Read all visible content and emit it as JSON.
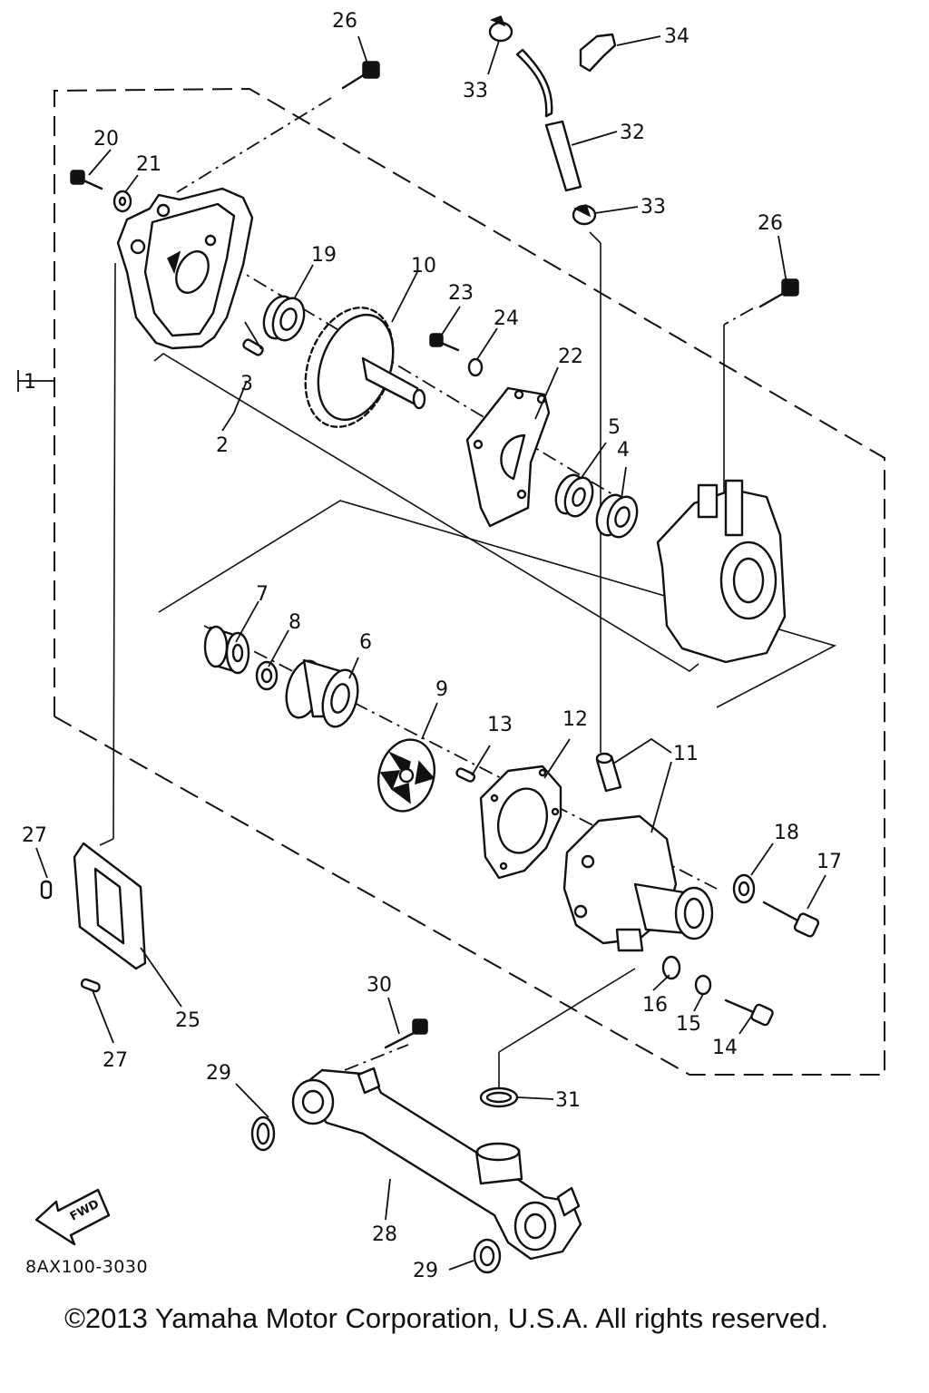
{
  "callouts": [
    "1",
    "2",
    "3",
    "4",
    "5",
    "6",
    "7",
    "8",
    "9",
    "10",
    "11",
    "12",
    "13",
    "14",
    "15",
    "16",
    "17",
    "18",
    "19",
    "20",
    "21",
    "22",
    "23",
    "24",
    "25",
    "26",
    "26",
    "27",
    "27",
    "28",
    "29",
    "29",
    "30",
    "31",
    "32",
    "33",
    "33",
    "34"
  ],
  "fwd_label": "FWD",
  "diagram_code": "8AX100-3030",
  "copyright": "©2013 Yamaha Motor Corporation, U.S.A. All rights reserved."
}
